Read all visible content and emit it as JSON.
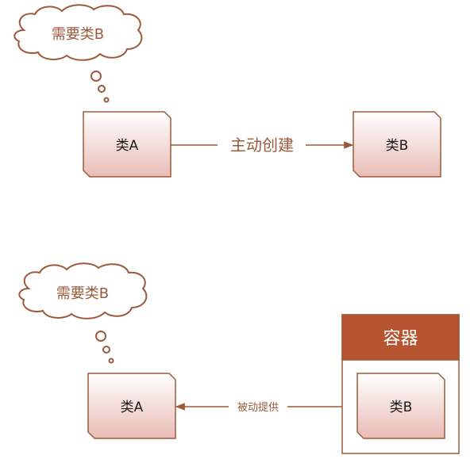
{
  "top": {
    "thought_text": "需要类B",
    "class_a_label": "类A",
    "class_b_label": "类B",
    "arrow_label": "主动创建"
  },
  "bottom": {
    "thought_text": "需要类B",
    "class_a_label": "类A",
    "class_b_label": "类B",
    "arrow_label": "被动提供",
    "container_title": "容器"
  },
  "colors": {
    "stroke": "#9c5a3c",
    "text_accent": "#9c5a3c",
    "container_header": "#b5542e",
    "box_gradient_top": "#ffffff",
    "box_gradient_bottom": "#e9bcb6"
  }
}
